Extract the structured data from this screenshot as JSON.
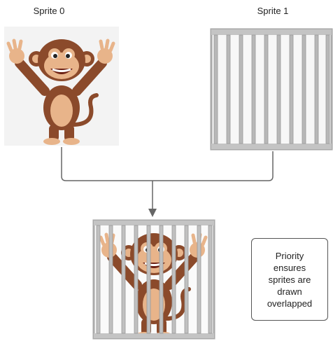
{
  "sprite0": {
    "label": "Sprite 0",
    "icon": "monkey-icon"
  },
  "sprite1": {
    "label": "Sprite 1",
    "icon": "cage-bars-icon"
  },
  "result": {
    "icon": "caged-monkey-icon"
  },
  "note": {
    "lines": [
      "Priority",
      "ensures",
      "sprites are",
      "drawn",
      "overlapped"
    ]
  },
  "colors": {
    "fur": "#8b4a2b",
    "face": "#e8b48a",
    "bars": "#b8b8b8",
    "line": "#666666"
  }
}
